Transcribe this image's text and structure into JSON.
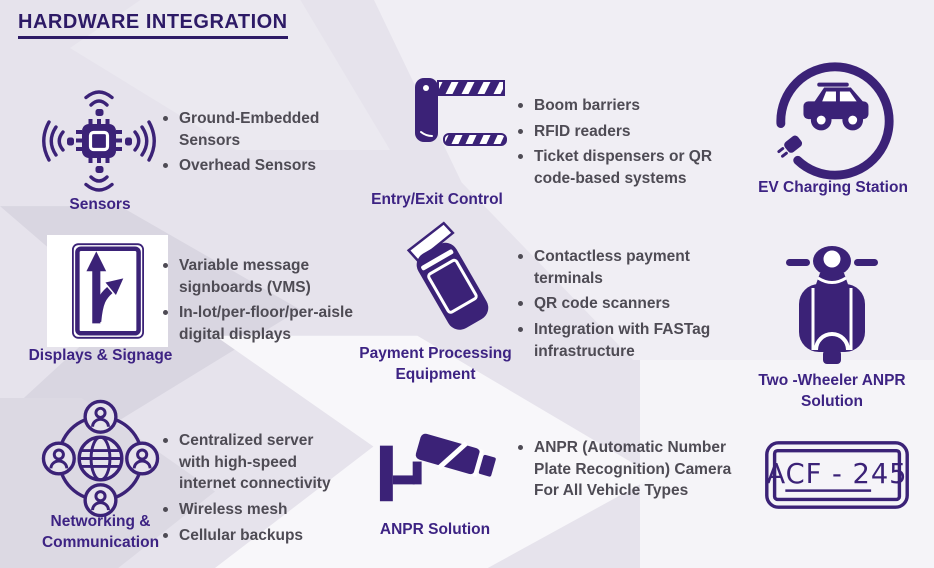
{
  "title": "HARDWARE INTEGRATION",
  "colors": {
    "accent_purple": "#3b2277",
    "label_purple": "#3d2383",
    "title_purple": "#2d1a66",
    "body_text": "#4e4b54",
    "background": "#e6e3ec"
  },
  "sections": {
    "sensors": {
      "label": "Sensors",
      "icon": "sensor-chip-icon",
      "bullets": [
        "Ground-Embedded Sensors",
        "Overhead Sensors"
      ]
    },
    "entry_exit": {
      "label": "Entry/Exit Control",
      "icon": "boom-barrier-icon",
      "bullets": [
        "Boom barriers",
        "RFID readers",
        "Ticket dispensers or QR code-based systems"
      ]
    },
    "ev": {
      "label": "EV Charging Station",
      "icon": "ev-charging-icon",
      "bullets": []
    },
    "displays": {
      "label": "Displays & Signage",
      "icon": "road-sign-icon",
      "bullets": [
        "Variable message signboards (VMS)",
        "In-lot/per-floor/per-aisle digital displays"
      ]
    },
    "payment": {
      "label": "Payment Processing Equipment",
      "icon": "pos-terminal-icon",
      "bullets": [
        "Contactless payment terminals",
        "QR code scanners",
        "Integration with FASTag infrastructure"
      ]
    },
    "two_wheeler": {
      "label": "Two -Wheeler ANPR Solution",
      "icon": "scooter-icon",
      "bullets": []
    },
    "networking": {
      "label": "Networking & Communication",
      "icon": "network-globe-icon",
      "bullets": [
        "Centralized server with high-speed internet connectivity",
        "Wireless mesh",
        "Cellular backups"
      ]
    },
    "anpr": {
      "label": "ANPR Solution",
      "icon": "cctv-camera-icon",
      "bullets": [
        "ANPR (Automatic Number Plate Recognition) Camera For All Vehicle Types"
      ]
    },
    "plate": {
      "icon": "license-plate-icon",
      "text": "ACF - 245"
    }
  }
}
